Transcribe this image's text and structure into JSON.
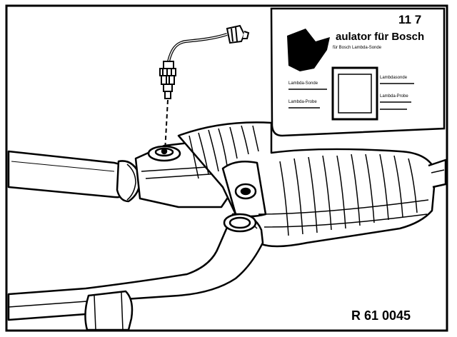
{
  "figure": {
    "section_number": "11  7",
    "reference_code": "R 61 0045"
  },
  "label_card": {
    "title": "aulator für Bosch",
    "subtitle": "für Bosch Lambda-Sonde",
    "left_text_1": "Lambda-Sonde",
    "left_text_2": "Lambda-Probe",
    "right_text_1": "Lambdasonde",
    "right_text_2": "Lambda-Probe"
  },
  "colors": {
    "ink": "#000000",
    "paper": "#ffffff"
  }
}
